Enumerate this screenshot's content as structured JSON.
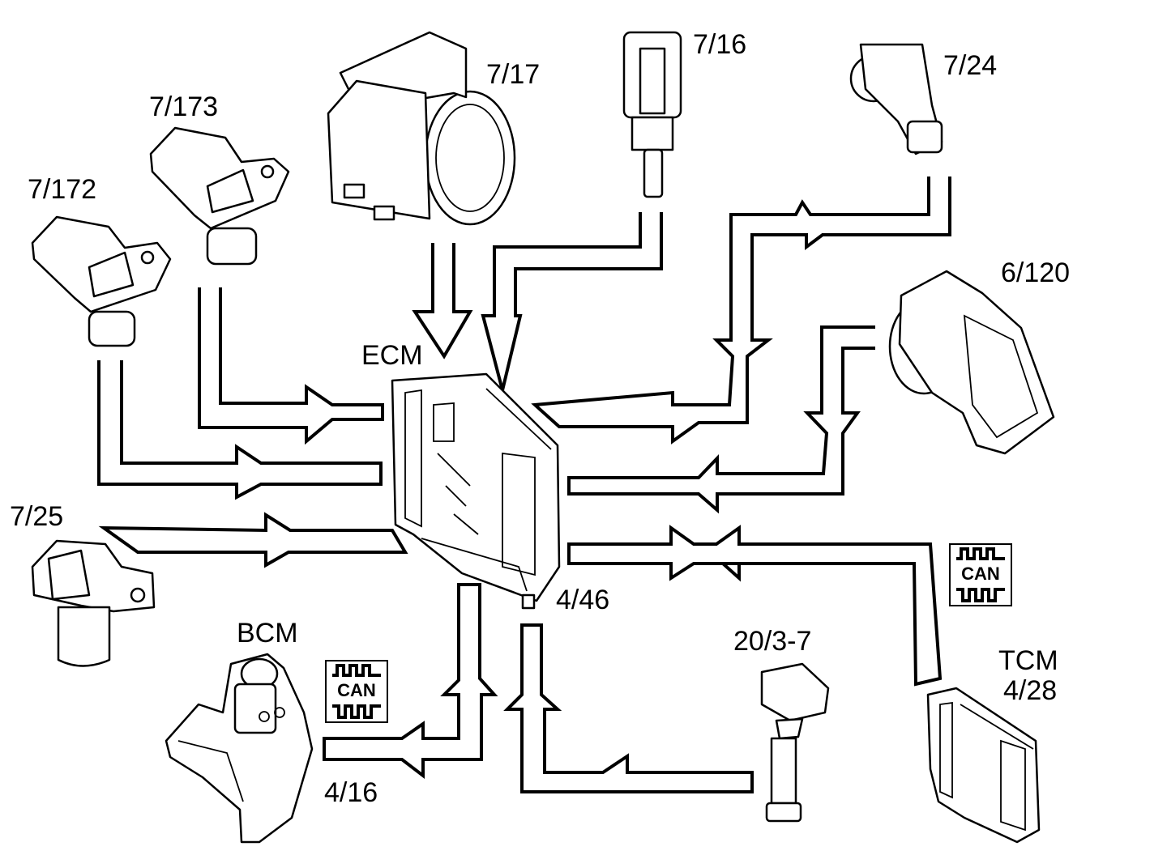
{
  "labels": {
    "ecm": "ECM",
    "ecm_no": "4/46",
    "s_7_16": "7/16",
    "s_7_17": "7/17",
    "s_7_24": "7/24",
    "s_7_173": "7/173",
    "s_7_172": "7/172",
    "s_6_120": "6/120",
    "s_7_25": "7/25",
    "bcm": "BCM",
    "bcm_no": "4/16",
    "coil": "20/3-7",
    "tcm": "TCM",
    "tcm_no": "4/28",
    "can_1": "CAN",
    "can_2": "CAN"
  }
}
